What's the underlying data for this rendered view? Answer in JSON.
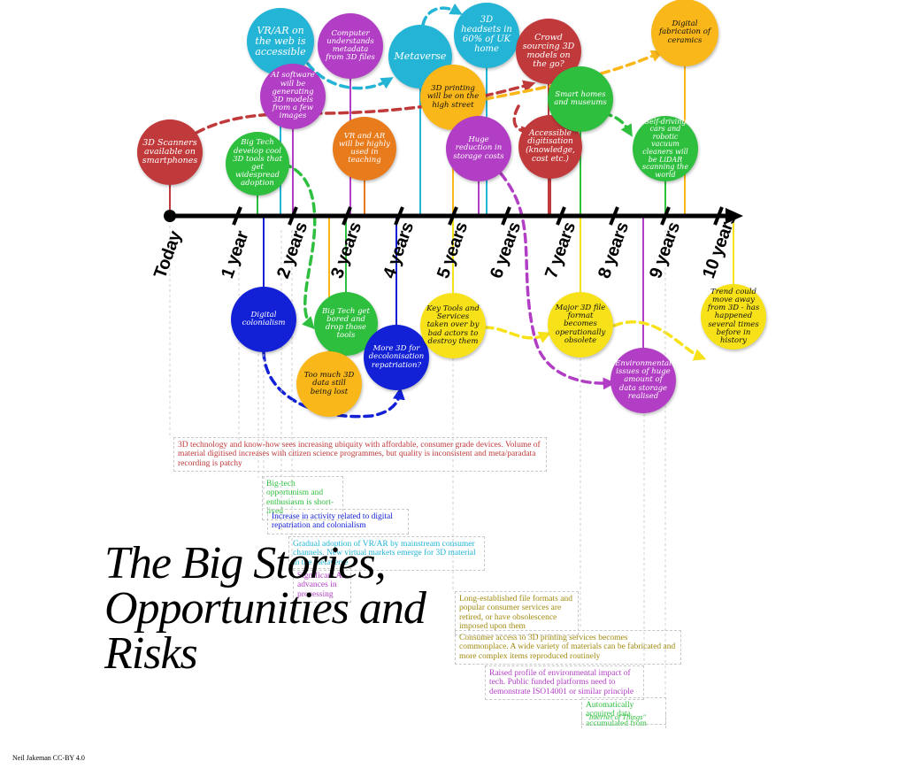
{
  "title": "The Big Stories, Opportunities and Risks",
  "credit": "Neil Jakeman CC-BY 4.0",
  "colors": {
    "red": "#c0393b",
    "green": "#2fbf3f",
    "blue": "#1321d6",
    "cyan": "#23b4d6",
    "purple": "#b13ec4",
    "orange": "#e87b1c",
    "yellow": "#f7e21a",
    "gold": "#f9b71a",
    "olive": "#a28a10",
    "axis": "#000000"
  },
  "timeline": {
    "labels": [
      "Today",
      "1 year",
      "2 years",
      "3 years",
      "4 years",
      "5 years",
      "6 years",
      "7 years",
      "8 years",
      "9 years",
      "10 years"
    ]
  },
  "events_above": [
    {
      "id": "e1",
      "text": "3D Scanners available on smartphones",
      "color": "red"
    },
    {
      "id": "e2",
      "text": "Big Tech develop cool 3D tools that get widespread adoption",
      "color": "green"
    },
    {
      "id": "e3",
      "text": "VR/AR on the web is accessible",
      "color": "cyan"
    },
    {
      "id": "e4",
      "text": "AI software will be generating 3D models from a few images",
      "color": "purple"
    },
    {
      "id": "e5",
      "text": "Computer understands metadata from 3D files",
      "color": "purple"
    },
    {
      "id": "e6",
      "text": "VR and AR will be highly used in teaching",
      "color": "orange"
    },
    {
      "id": "e7",
      "text": "Metaverse",
      "color": "cyan"
    },
    {
      "id": "e8",
      "text": "3D headsets in 60% of UK home",
      "color": "cyan"
    },
    {
      "id": "e9",
      "text": "3D printing will be on the high street",
      "color": "gold"
    },
    {
      "id": "e10",
      "text": "Huge reduction in storage costs",
      "color": "purple"
    },
    {
      "id": "e11",
      "text": "Crowd sourcing 3D models on the go?",
      "color": "red"
    },
    {
      "id": "e12",
      "text": "Accessible digitisation (knowledge, cost etc.)",
      "color": "red"
    },
    {
      "id": "e13",
      "text": "Smart homes and museums",
      "color": "green"
    },
    {
      "id": "e14",
      "text": "Digital fabrication of ceramics",
      "color": "gold"
    },
    {
      "id": "e15",
      "text": "Self-driving cars and robotic vacuum cleaners will be LiDAR scanning the world",
      "color": "green"
    }
  ],
  "events_below": [
    {
      "id": "b1",
      "text": "Digital colonialism",
      "color": "blue"
    },
    {
      "id": "b2",
      "text": "Big Tech get bored and drop those tools",
      "color": "green"
    },
    {
      "id": "b3",
      "text": "Too much 3D data still being lost",
      "color": "gold"
    },
    {
      "id": "b4",
      "text": "More 3D for decolonisation repatriation?",
      "color": "blue"
    },
    {
      "id": "b5",
      "text": "Key Tools and Services taken over by bad actors to destroy them",
      "color": "yellow"
    },
    {
      "id": "b6",
      "text": "Major 3D file format becomes operationally obsolete",
      "color": "yellow"
    },
    {
      "id": "b7",
      "text": "Environmental issues of huge amount of data storage realised",
      "color": "purple"
    },
    {
      "id": "b8",
      "text": "Trend could move away from 3D - has happened several times before in history",
      "color": "yellow"
    }
  ],
  "stories": [
    {
      "id": "s1",
      "text": "3D technology and know-how sees increasing ubiquity with affordable, consumer grade devices. Volume of material digitised increases with citizen science programmes, but quality is inconsistent and meta/paradata recording is patchy",
      "color": "red"
    },
    {
      "id": "s2",
      "text": "Big-tech opportunism and enthusiasm is short-lived",
      "color": "green"
    },
    {
      "id": "s3",
      "text": "Increase in activity related to digital repatriation and colonialism",
      "color": "blue"
    },
    {
      "id": "s4",
      "text": "Gradual adoption of VR/AR by mainstream consumer channels. New virtual markets emerge for 3D material in the metaverse",
      "color": "cyan"
    },
    {
      "id": "s5",
      "text": "Significant AI advances in processing",
      "color": "purple"
    },
    {
      "id": "s6",
      "text": "Long-established file formats and popular consumer services are retired, or have obsolescence imposed upon them",
      "color": "olive"
    },
    {
      "id": "s7",
      "text": "Consumer access to 3D printing services becomes commonplace. A wide variety of materials can be fabricated and more complex items reproduced routinely",
      "color": "olive"
    },
    {
      "id": "s8",
      "text": "Raised profile of environmental impact of tech. Public funded platforms need to demonstrate ISO14001 or similar principle",
      "color": "purple"
    },
    {
      "id": "s9",
      "text": "Automatically acquired data accumulated from",
      "color": "green"
    },
    {
      "id": "s9b",
      "text": "\"Internet of Things\"",
      "color": "green"
    }
  ]
}
